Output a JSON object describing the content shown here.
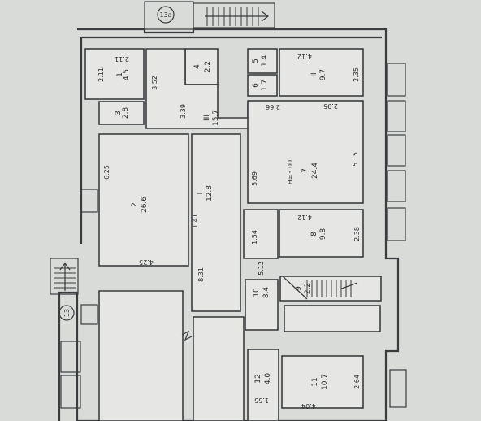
{
  "rooms": {
    "r1": {
      "num": "1",
      "area": "4.5"
    },
    "r3": {
      "num": "3",
      "area": "2.8"
    },
    "r4": {
      "num": "4",
      "area": "2.2"
    },
    "r5": {
      "num": "5",
      "area": "1.4"
    },
    "r6": {
      "num": "6",
      "area": "1.7"
    },
    "rII": {
      "num": "II",
      "area": "9.7"
    },
    "rIII": {
      "num": "III",
      "area": "15.7"
    },
    "r2": {
      "num": "2",
      "area": "26.6"
    },
    "rI": {
      "num": "I",
      "area": "12.8"
    },
    "r7": {
      "num": "7",
      "area": "24.4"
    },
    "r8": {
      "num": "8",
      "area": "9.8"
    },
    "r9": {
      "num": "9",
      "area": "2.2"
    },
    "r10": {
      "num": "10",
      "area": "8.4"
    },
    "r11": {
      "num": "11",
      "area": "10.7"
    },
    "r12": {
      "num": "12",
      "area": "4.0"
    }
  },
  "dims": {
    "d211a": "2.11",
    "d211b": "2.11",
    "d352": "3.52",
    "d339": "3.39",
    "d266": "2.66",
    "d412a": "4.12",
    "d235": "2.35",
    "d295": "2.95",
    "d625": "6.25",
    "d569": "5.69",
    "dH": "H=3.00",
    "d515": "5.15",
    "d141": "1.41",
    "d412b": "4.12",
    "d154": "1.54",
    "d238": "2.38",
    "d425": "4.25",
    "d512": "5.12",
    "d831": "8.31",
    "d155": "1.55",
    "d404": "4.04",
    "d264": "2.64"
  },
  "markers": {
    "entrance_13a": "13a",
    "entrance_13": "13"
  },
  "colors": {
    "background": "#d9dbd8",
    "room_fill": "#e6e7e4",
    "wall": "#3a3c3f"
  }
}
